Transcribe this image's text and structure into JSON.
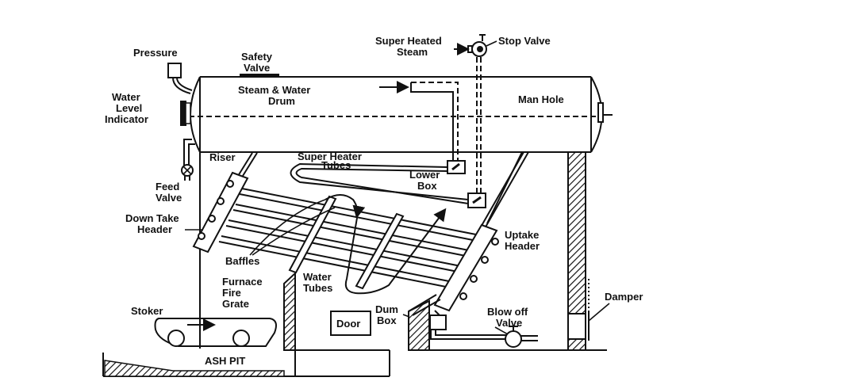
{
  "diagram": {
    "title": "Babcock and Wilcox water tube boiler",
    "labels": {
      "pressure": "Pressure",
      "safety_valve": [
        "Safety",
        "Valve"
      ],
      "steam_water_drum": [
        "Steam & Water",
        "Drum"
      ],
      "super_heated_steam": [
        "Super Heated",
        "Steam"
      ],
      "stop_valve": "Stop Valve",
      "man_hole": "Man Hole",
      "water_level_indicator": [
        "Water",
        "Level",
        "Indicator"
      ],
      "riser": "Riser",
      "super_heater_tubes": [
        "Super Heater",
        "Tubes"
      ],
      "lower_box": [
        "Lower",
        "Box"
      ],
      "feed_valve": [
        "Feed",
        "Valve"
      ],
      "down_take_header": [
        "Down Take",
        "Header"
      ],
      "uptake_header": [
        "Uptake",
        "Header"
      ],
      "baffles": "Baffles",
      "furnace_fire_grate": [
        "Furnace",
        "Fire",
        "Grate"
      ],
      "water_tubes": [
        "Water",
        "Tubes"
      ],
      "stoker": "Stoker",
      "door": "Door",
      "dum_box": [
        "Dum",
        "Box"
      ],
      "blow_off_valve": [
        "Blow off",
        "Valve"
      ],
      "damper": "Damper",
      "ash_pit": "ASH PIT"
    }
  }
}
